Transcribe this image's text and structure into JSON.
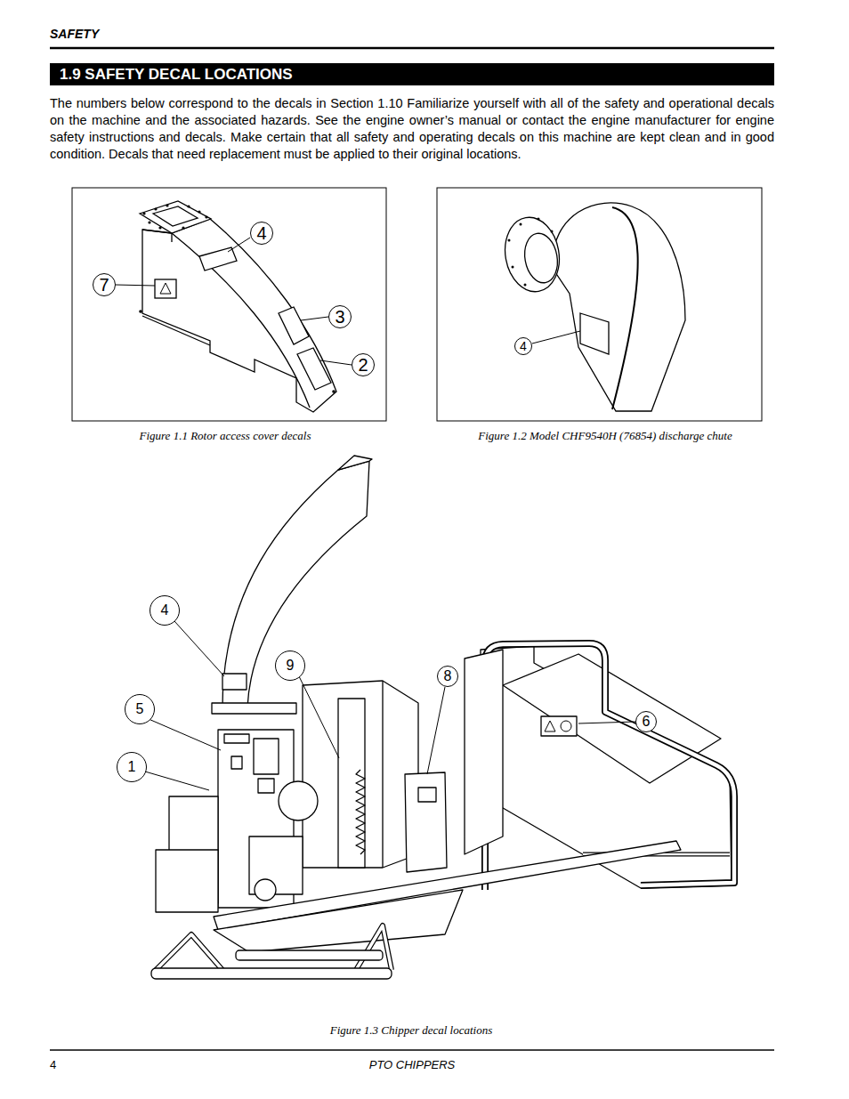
{
  "diagram": {
    "title": "1.9 SAFETY DECAL LOCATIONS",
    "nodes": [
      {
        "text": [
          "4"
        ]
      },
      {
        "text": [
          "7"
        ]
      },
      {
        "text": [
          "3"
        ]
      },
      {
        "text": [
          "2"
        ]
      },
      {
        "text": [
          "4"
        ]
      },
      {
        "text": [
          "4"
        ]
      },
      {
        "text": [
          "9"
        ]
      },
      {
        "text": [
          "8"
        ]
      },
      {
        "text": [
          "5"
        ]
      },
      {
        "text": [
          "6"
        ]
      },
      {
        "text": [
          "1"
        ]
      }
    ],
    "labels": [
      "SAFETY",
      "The numbers below correspond to the decals in Section 1.10 Familiarize yourself with all of the safety and operational decals on the machine and the associated hazards. See the engine owner’s manual or contact the engine manufacturer for engine safety instructions and decals. Make certain that all safety and operating decals on this machine are kept clean and in good condition. Decals that need replacement must be applied to their original locations.",
      "Figure 1.1 Rotor access cover decals",
      "Figure 1.2 Model CHF9540H (76854) discharge chute",
      "Figure 1.3 Chipper decal locations",
      "4",
      "PTO CHIPPERS"
    ]
  }
}
